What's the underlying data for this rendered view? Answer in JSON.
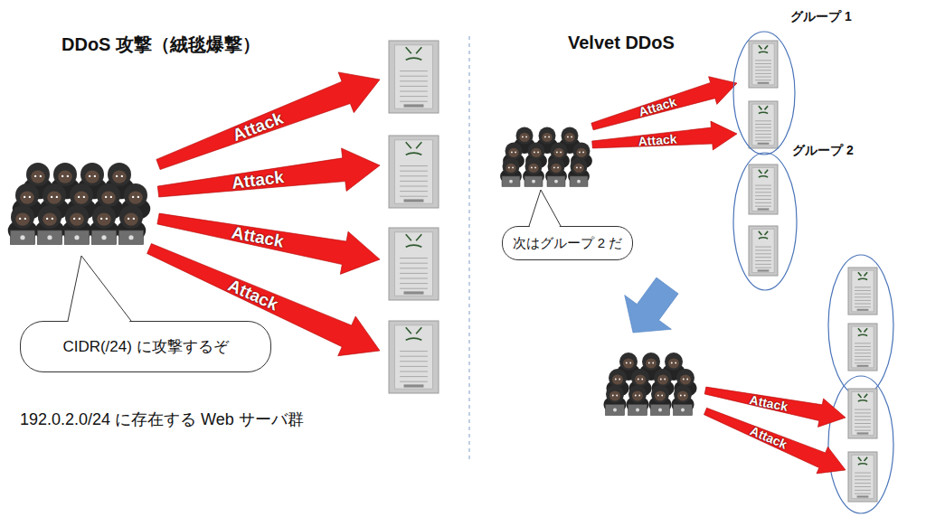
{
  "diagram": {
    "nodes": [
      {
        "text": [
          "CIDR(/24) に攻撃するぞ"
        ]
      },
      {
        "text": [
          "グループ 1"
        ]
      },
      {
        "text": [
          "グループ 2"
        ]
      },
      {
        "text": [
          "次はグループ 2 だ"
        ]
      }
    ],
    "labels": [
      "DDoS 攻撃（絨毯爆撃）",
      "Attack",
      "Attack",
      "Attack",
      "Attack",
      "192.0.2.0/24 に存在する Web サーバ群",
      "Velvet DDoS",
      "Attack",
      "Attack",
      "Attack",
      "Attack"
    ]
  }
}
